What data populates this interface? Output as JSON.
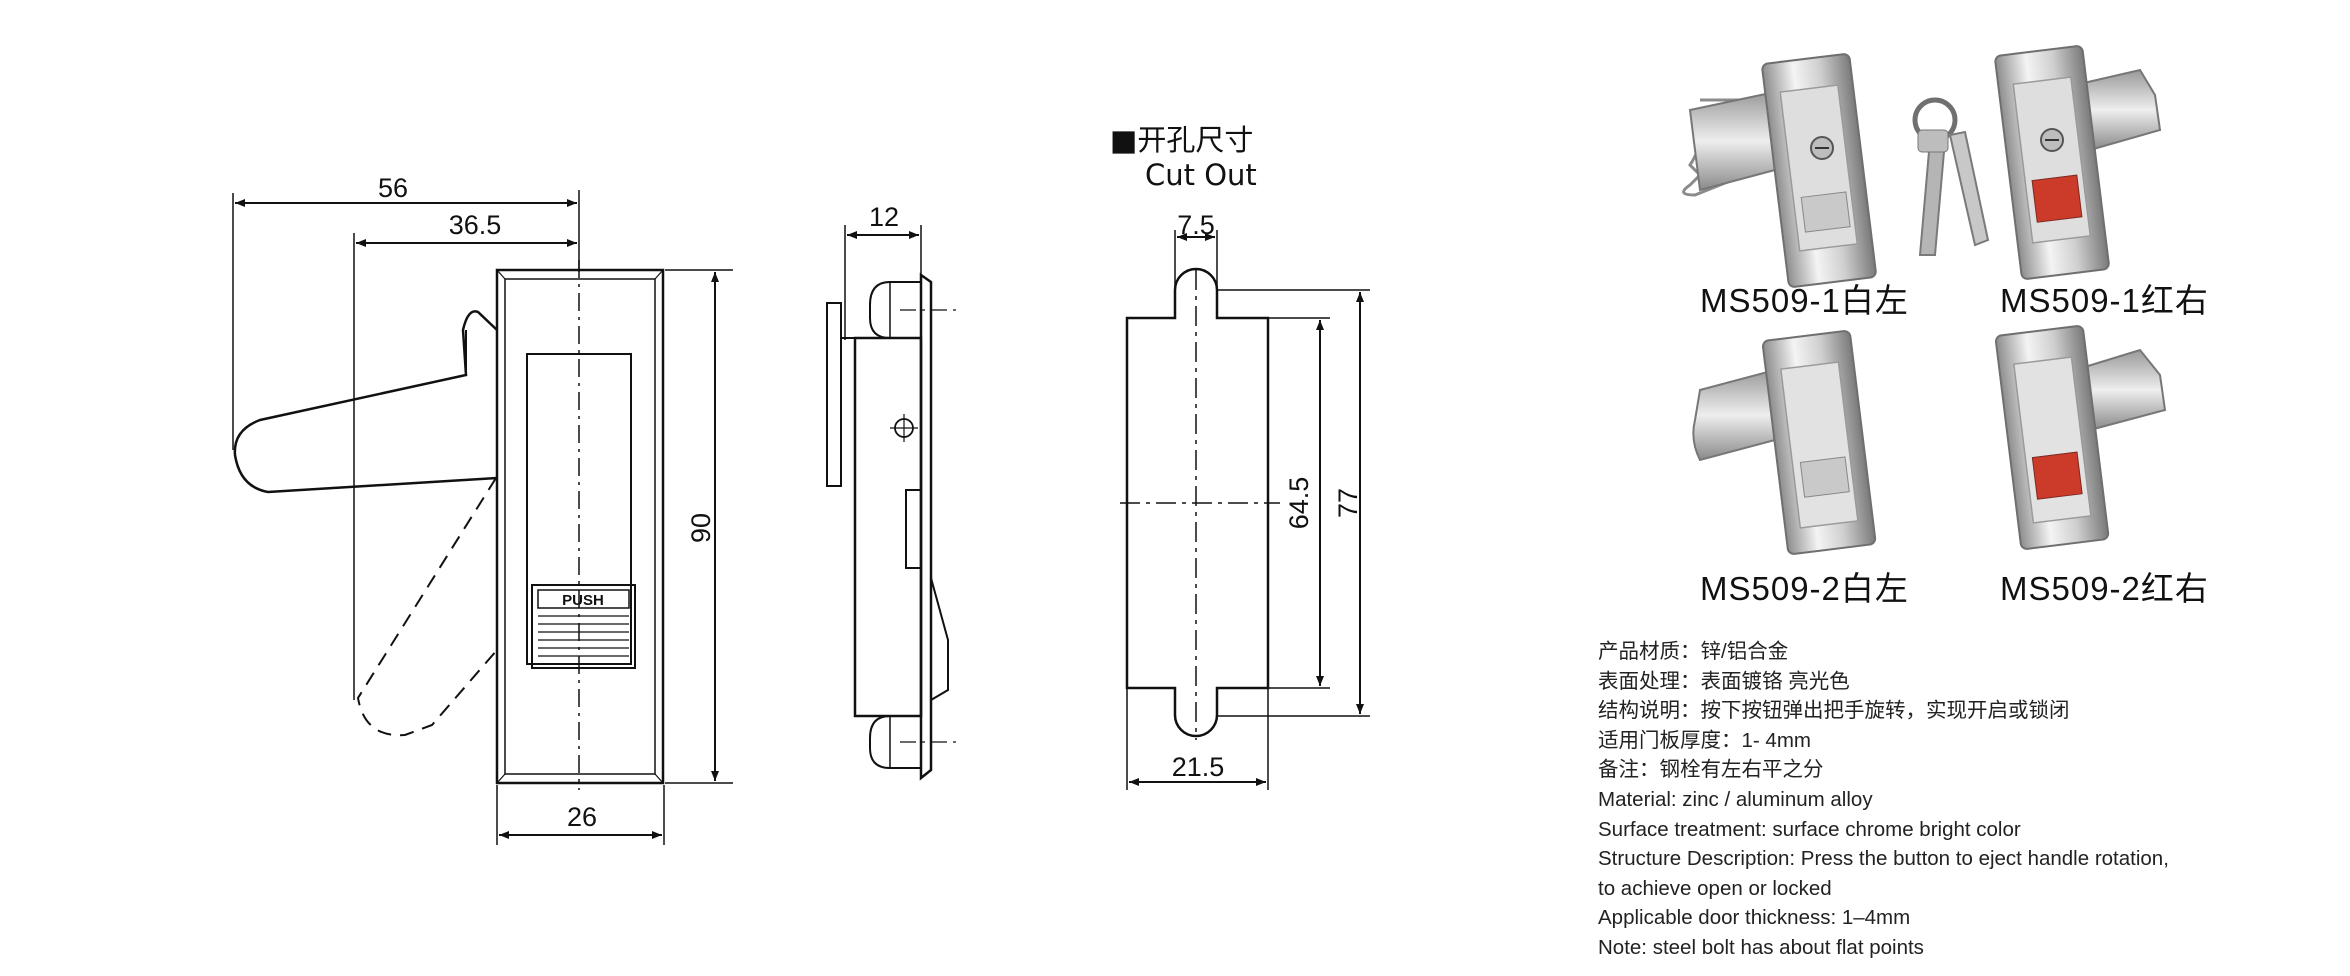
{
  "front_view": {
    "dim_56": "56",
    "dim_36_5": "36.5",
    "dim_90": "90",
    "dim_26": "26",
    "push_label": "PUSH"
  },
  "side_view": {
    "dim_12": "12"
  },
  "cut_out": {
    "title_cn": "■开孔尺寸",
    "title_en": "Cut Out",
    "dim_7_5": "7.5",
    "dim_64_5": "64.5",
    "dim_77": "77",
    "dim_21_5": "21.5"
  },
  "products": [
    {
      "label": "MS509-1白左",
      "accent": "#c9c9c9"
    },
    {
      "label": "MS509-1红右",
      "accent": "#cc3a2a"
    },
    {
      "label": "MS509-2白左",
      "accent": "#c9c9c9"
    },
    {
      "label": "MS509-2红右",
      "accent": "#cc3a2a"
    }
  ],
  "specs": [
    "产品材质：锌/铝合金",
    "表面处理：表面镀铬 亮光色",
    "结构说明：按下按钮弹出把手旋转，实现开启或锁闭",
    "适用门板厚度：1- 4mm",
    "备注：钢栓有左右平之分",
    "Material: zinc / aluminum alloy",
    "Surface treatment: surface chrome bright color",
    "Structure Description: Press the button to eject handle rotation,",
    "to achieve open or locked",
    "Applicable door thickness: 1–4mm",
    "Note: steel bolt has about flat points"
  ]
}
